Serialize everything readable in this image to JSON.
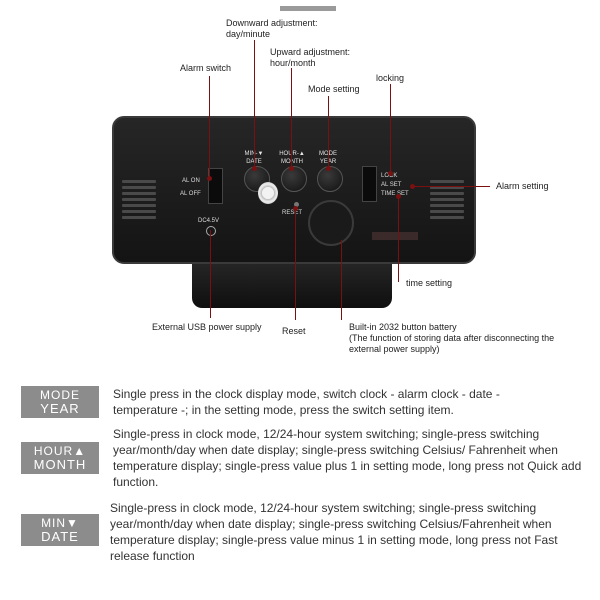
{
  "callouts": {
    "downward": "Downward adjustment:\nday/minute",
    "upward": "Upward adjustment:\nhour/month",
    "alarm_switch": "Alarm switch",
    "mode_setting": "Mode setting",
    "locking": "locking",
    "alarm_setting": "Alarm setting",
    "time_setting": "time setting",
    "usb": "External USB power supply",
    "reset": "Reset",
    "battery": "Built-in 2032 button battery\n(The function of storing data after disconnecting the\nexternal power supply)"
  },
  "device_labels": {
    "min_top": "MIN-▼",
    "min_bottom": "DATE",
    "hour_top": "HOUR-▲",
    "hour_bottom": "MONTH",
    "mode_top": "MODE",
    "mode_bottom": "YEAR",
    "al_on": "AL ON",
    "al_off": "AL OFF",
    "lock": "LOCK",
    "al_set": "AL SET",
    "time_set": "TIME SET",
    "reset": "RESET",
    "dc": "DC4.5V"
  },
  "explanations": [
    {
      "badge_top": "MODE",
      "badge_bottom": "YEAR",
      "text": "Single press in the clock display mode, switch clock - alarm clock - date - temperature -; in the setting mode, press the switch setting item."
    },
    {
      "badge_top": "HOUR▲",
      "badge_bottom": "MONTH",
      "text": "Single-press in clock mode, 12/24-hour system switching; single-press switching year/month/day when date display; single-press switching Celsius/ Fahrenheit when temperature display; single-press value plus 1 in setting mode, long press not Quick add function."
    },
    {
      "badge_top": "MIN▼",
      "badge_bottom": "DATE",
      "text": "Single-press in clock mode, 12/24-hour system switching; single-press switching year/month/day when date display; single-press switching Celsius/Fahrenheit when temperature display; single-press value minus 1 in setting mode, long press not Fast release function"
    }
  ]
}
